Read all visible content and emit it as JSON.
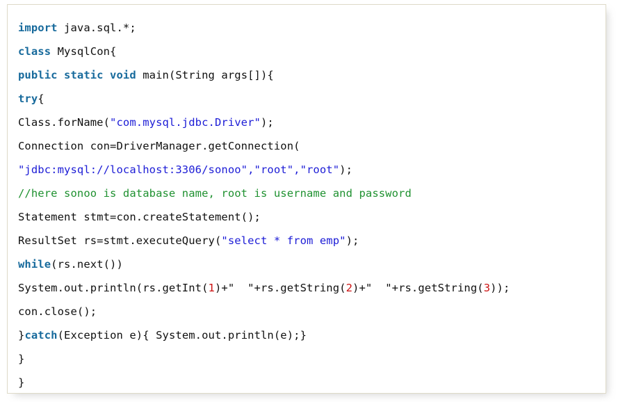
{
  "card": {
    "title": "java-jdbc-code-snippet",
    "language": "java",
    "border_color": "#dedac8",
    "background_color": "#ffffff"
  },
  "syntax_colors": {
    "keyword": "#176a9c",
    "string": "#1c1cd6",
    "comment": "#1f9130",
    "number": "#cc1111",
    "plain": "#101010"
  },
  "code": {
    "lines": [
      {
        "index": 1,
        "text": "import java.sql.*;",
        "tokens": [
          {
            "t": "import",
            "k": "kw"
          },
          {
            "t": " java.sql.*;",
            "k": "plain"
          }
        ]
      },
      {
        "index": 2,
        "text": "class MysqlCon{",
        "tokens": [
          {
            "t": "class",
            "k": "kw"
          },
          {
            "t": " MysqlCon{",
            "k": "plain"
          }
        ]
      },
      {
        "index": 3,
        "text": "public static void main(String args[]){",
        "tokens": [
          {
            "t": "public static void",
            "k": "kw"
          },
          {
            "t": " main(String args[]){",
            "k": "plain"
          }
        ]
      },
      {
        "index": 4,
        "text": "try{",
        "tokens": [
          {
            "t": "try",
            "k": "kw"
          },
          {
            "t": "{",
            "k": "plain"
          }
        ]
      },
      {
        "index": 5,
        "text": "Class.forName(\"com.mysql.jdbc.Driver\");",
        "tokens": [
          {
            "t": "Class.forName(",
            "k": "plain"
          },
          {
            "t": "\"com.mysql.jdbc.Driver\"",
            "k": "str"
          },
          {
            "t": ");",
            "k": "plain"
          }
        ]
      },
      {
        "index": 6,
        "text": "Connection con=DriverManager.getConnection(",
        "tokens": [
          {
            "t": "Connection con=DriverManager.getConnection(",
            "k": "plain"
          }
        ]
      },
      {
        "index": 7,
        "text": "\"jdbc:mysql://localhost:3306/sonoo\",\"root\",\"root\");",
        "tokens": [
          {
            "t": "\"jdbc:mysql://localhost:3306/sonoo\",\"root\",\"root\"",
            "k": "str"
          },
          {
            "t": ");",
            "k": "plain"
          }
        ]
      },
      {
        "index": 8,
        "text": "//here sonoo is database name, root is username and password",
        "tokens": [
          {
            "t": "//here sonoo is database name, root is username and password",
            "k": "com"
          }
        ]
      },
      {
        "index": 9,
        "text": "Statement stmt=con.createStatement();",
        "tokens": [
          {
            "t": "Statement stmt=con.createStatement();",
            "k": "plain"
          }
        ]
      },
      {
        "index": 10,
        "text": "ResultSet rs=stmt.executeQuery(\"select * from emp\");",
        "tokens": [
          {
            "t": "ResultSet rs=stmt.executeQuery(",
            "k": "plain"
          },
          {
            "t": "\"select * from emp\"",
            "k": "str"
          },
          {
            "t": ");",
            "k": "plain"
          }
        ]
      },
      {
        "index": 11,
        "text": "while(rs.next())",
        "tokens": [
          {
            "t": "while",
            "k": "kw"
          },
          {
            "t": "(rs.next())",
            "k": "plain"
          }
        ]
      },
      {
        "index": 12,
        "text": "System.out.println(rs.getInt(1)+\"  \"+rs.getString(2)+\"  \"+rs.getString(3));",
        "tokens": [
          {
            "t": "System.out.println(rs.getInt(",
            "k": "plain"
          },
          {
            "t": "1",
            "k": "num"
          },
          {
            "t": ")+\"  \"+rs.getString(",
            "k": "plain"
          },
          {
            "t": "2",
            "k": "num"
          },
          {
            "t": ")+\"  \"+rs.getString(",
            "k": "plain"
          },
          {
            "t": "3",
            "k": "num"
          },
          {
            "t": "));",
            "k": "plain"
          }
        ]
      },
      {
        "index": 13,
        "text": "con.close();",
        "tokens": [
          {
            "t": "con.close();",
            "k": "plain"
          }
        ]
      },
      {
        "index": 14,
        "text": "}catch(Exception e){ System.out.println(e);}",
        "tokens": [
          {
            "t": "}",
            "k": "plain"
          },
          {
            "t": "catch",
            "k": "kw"
          },
          {
            "t": "(Exception e){ System.out.println(e);}",
            "k": "plain"
          }
        ]
      },
      {
        "index": 15,
        "text": "}",
        "tokens": [
          {
            "t": "}",
            "k": "plain"
          }
        ]
      },
      {
        "index": 16,
        "text": "}",
        "tokens": [
          {
            "t": "}",
            "k": "plain"
          }
        ]
      }
    ]
  }
}
